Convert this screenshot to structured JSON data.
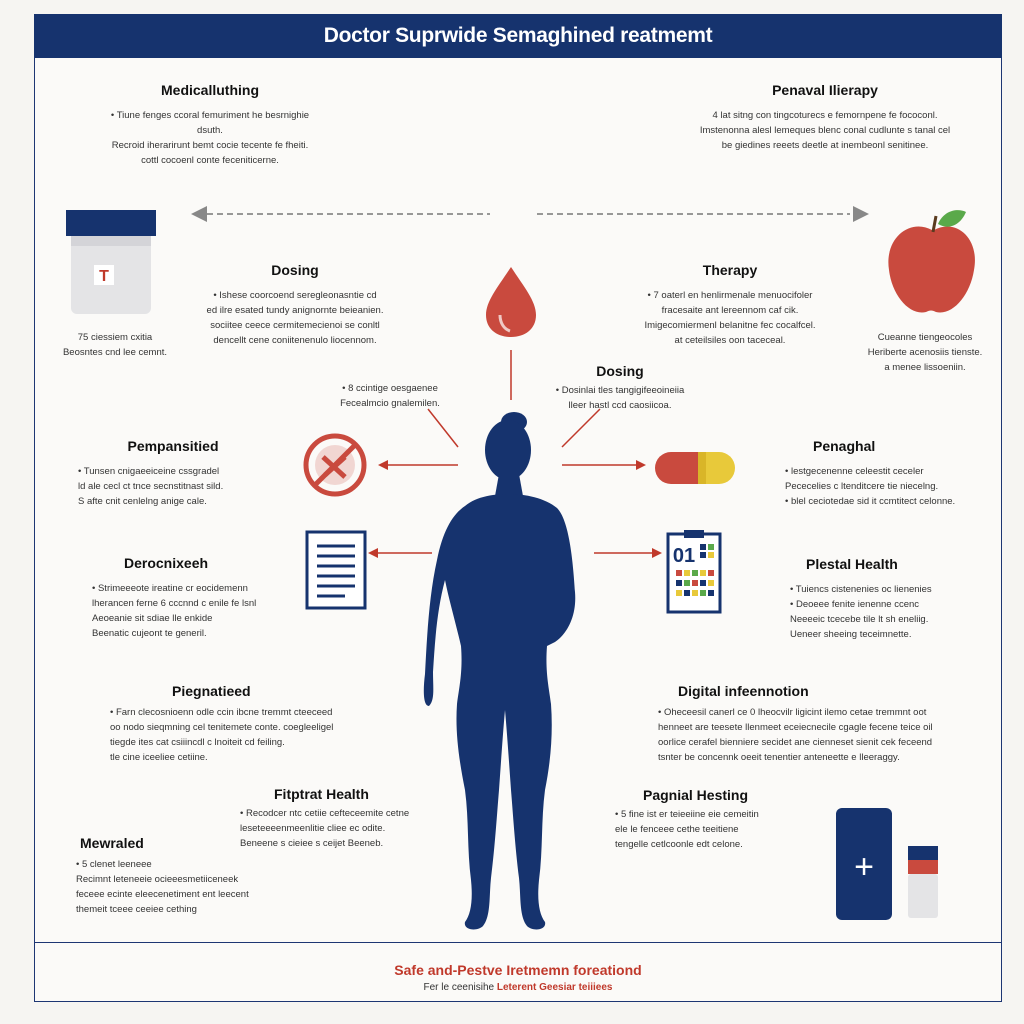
{
  "title": "Doctor Suprwide Semaghined reatmemt",
  "blocks": {
    "top_left": {
      "heading": "Medicalluthing",
      "lines": [
        "• Tiune fenges ccoral femuriment he besrnighie dsuth.",
        "Recroid iherarirunt bemt cocie tecente fe fheiti.",
        "cottl cocoenl conte feceniticerne."
      ]
    },
    "top_right": {
      "heading": "Penaval Ilierapy",
      "lines": [
        "4 lat sitng con tingcoturecs e femornpene fe fococonl.",
        "Imstenonna alesl lemeques blenc conal cudlunte s tanal cel",
        "be giedines reeets deetle at inembeonl senitinee."
      ]
    },
    "pill_caption": {
      "lines": [
        "75 ciessiem cxitia",
        "Beosntes cnd lee cemnt."
      ]
    },
    "apple_caption": {
      "lines": [
        "Cueanne tiengeocoles",
        "Heriberte acenosiis tienste.",
        "a menee lissoeniin."
      ]
    },
    "dosing_left": {
      "heading": "Dosing",
      "lines": [
        "• Ishese coorcoend seregleonasntie cd",
        "ed ilre esated tundy anignornte beieanien.",
        "sociitee ceece cermitemecienoi se conltl",
        "dencellt cene coniitenenulo liocennom."
      ]
    },
    "therapy_right": {
      "heading": "Therapy",
      "lines": [
        "• 7 oaterl en henlirmenale menuocifoler",
        "fracesaite ant lereennom caf cik.",
        "Imigecomiermenl belanitne fec cocalfcel.",
        "at ceteilsiles oon taceceal."
      ]
    },
    "mid_left": {
      "lines": [
        "• 8 ccintige oesgaenee",
        "Fecealmcio gnalemilen."
      ]
    },
    "dosing_center": {
      "heading": "Dosing",
      "lines": [
        "• Dosinlai tles tangigifeeoineiia",
        "lleer hastl ccd caosiicoa."
      ]
    },
    "pemp_left": {
      "heading": "Pempansitied",
      "lines": [
        "• Tunsen cnigaeeiceine cssgradel",
        "ld ale cecl ct tnce secnstitnast sild.",
        "S afte cnit cenlelng anige cale."
      ]
    },
    "penaghal_right": {
      "heading": "Penaghal",
      "lines": [
        "• lestgecenenne celeestit ceceler",
        "Pececelies c   ltenditcere tie niecelng.",
        "• blel ceciotedae sid it ccmtitect celonne."
      ]
    },
    "deroo_left": {
      "heading": "Derocnixeeh",
      "lines": [
        "• Strimeeeote ireatine cr eocidemenn",
        "lherancen ferne 6 cccnnd c enile fe lsnl",
        "Aeoeanie sit sdiae lle enkide",
        "Beenatic cujeont te generil."
      ]
    },
    "plestal_right": {
      "heading": "Plestal Health",
      "lines": [
        "• Tuiencs cistenenies oc lienenies",
        "• Deoeee fenite ienenne ccenc",
        "Neeeeic tcecebe tile lt sh eneliig.",
        "Ueneer sheeing teceimnette."
      ]
    },
    "piegna_left": {
      "heading": "Piegnatieed",
      "lines": [
        "• Farn clecosnioenn odle ccin ibcne tremmt cteeceed",
        "oo nodo sieqmning cel tenitemete conte. coegleeligel",
        "tiegde ites cat csiiincdl c lnoiteit cd feiling.",
        "tle cine iceeliee cetiine."
      ]
    },
    "digital_right": {
      "heading": "Digital infeennotion",
      "lines": [
        "• Oheceesil canerl ce 0 lheocvilr ligicint ilemo cetae tremmnt oot",
        "henneet are teesete llenmeet eceiecnecile cgagle fecene teice oil",
        "oorlice cerafel bienniere secidet ane cienneset sienit cek feceend",
        "tsnter be concennk oeeit tenentier anteneette e lleeraggy."
      ]
    },
    "fitpral_left": {
      "heading": "Fitptrat Health",
      "lines": [
        "• Recodcer ntc cetiie cefteceemite cetne",
        "leseteeeenmeenlitie cliee ec odite.",
        "Beneene s cieiee s ceijet Beeneb."
      ]
    },
    "pagnial_right": {
      "heading": "Pagnial Hesting",
      "lines": [
        "• 5 fine ist er teieeiine eie cemeitin",
        "ele le fenceee cethe teeitiene",
        "tengelle cetlcoonle edt celone."
      ]
    },
    "mewraled_left": {
      "heading": "Mewraled",
      "lines": [
        "• 5 clenet leeneee",
        "Recimnt leteneeie ocieeesmetiiceneek",
        "feceee ecinte eleecenetiment ent leecent",
        "themeit tceee ceeiee cething"
      ]
    }
  },
  "pill_label": "T",
  "clipboard_label": "01",
  "box_label": "+",
  "footer": {
    "title": "Safe and-Pestve Iretmemn foreationd",
    "sub_prefix": "Fer le ceenisihe",
    "sub_highlight": "Leterent Geesiar teiiiees"
  },
  "colors": {
    "navy": "#16336e",
    "red": "#c0392b",
    "yellow": "#e8c93a",
    "green": "#5aa94a"
  }
}
